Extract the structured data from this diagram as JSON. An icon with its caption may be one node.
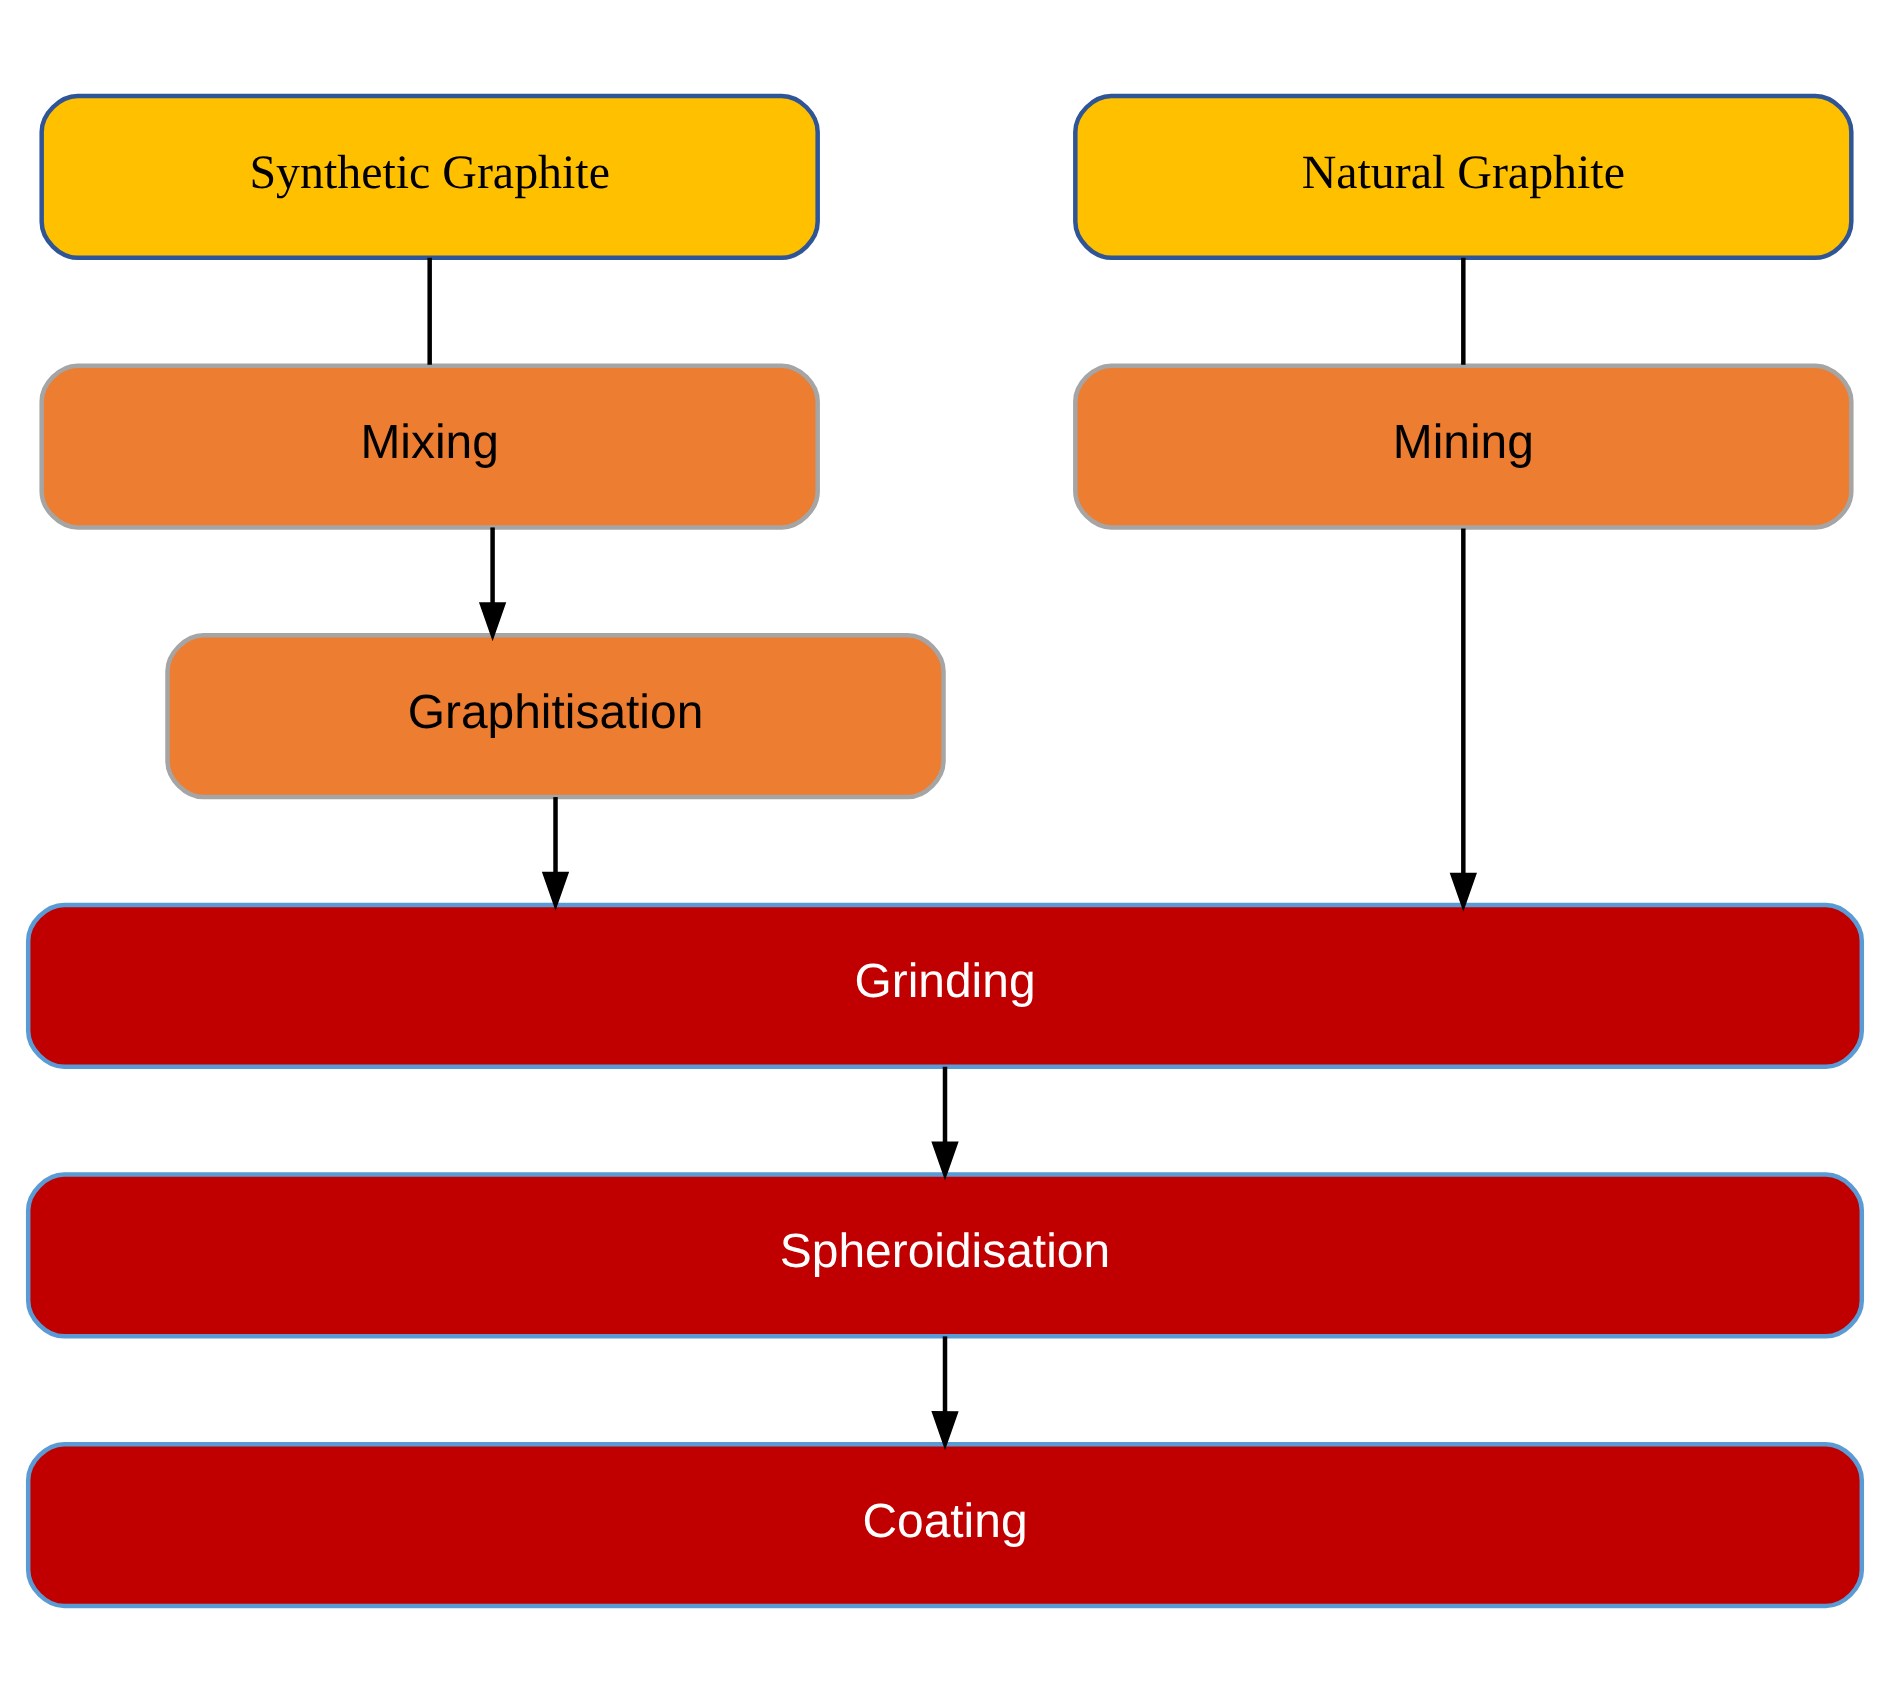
{
  "diagram": {
    "nodes": [
      {
        "text": [
          "Synthetic Graphite"
        ]
      },
      {
        "text": [
          "Natural Graphite"
        ]
      },
      {
        "text": [
          "Mixing"
        ]
      },
      {
        "text": [
          "Mining"
        ]
      },
      {
        "text": [
          "Graphitisation"
        ]
      },
      {
        "text": [
          "Grinding"
        ]
      },
      {
        "text": [
          "Spheroidisation"
        ]
      },
      {
        "text": [
          "Coating"
        ]
      }
    ],
    "edges": [
      {
        "from": 0,
        "to": 2,
        "arrow": "none"
      },
      {
        "from": 1,
        "to": 3,
        "arrow": "none"
      },
      {
        "from": 2,
        "to": 4,
        "arrow": "to"
      },
      {
        "from": 4,
        "to": 5,
        "arrow": "to"
      },
      {
        "from": 3,
        "to": 5,
        "arrow": "to"
      },
      {
        "from": 5,
        "to": 6,
        "arrow": "to"
      },
      {
        "from": 6,
        "to": 7,
        "arrow": "to"
      }
    ]
  }
}
